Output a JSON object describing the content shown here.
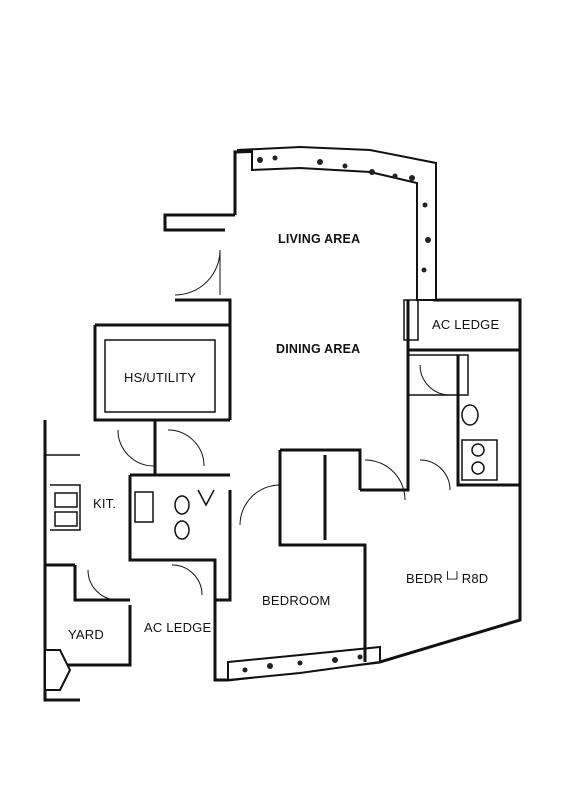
{
  "rooms": {
    "living": "LIVING AREA",
    "dining": "DINING AREA",
    "utility": "HS/UTILITY",
    "kitchen": "KIT.",
    "bedroom1": "BEDROOM",
    "bedroom2": "BEDR└┘R8D",
    "ac_ledge_top": "AC LEDGE",
    "ac_ledge_bottom": "AC LEDGE",
    "yard": "YARD"
  }
}
